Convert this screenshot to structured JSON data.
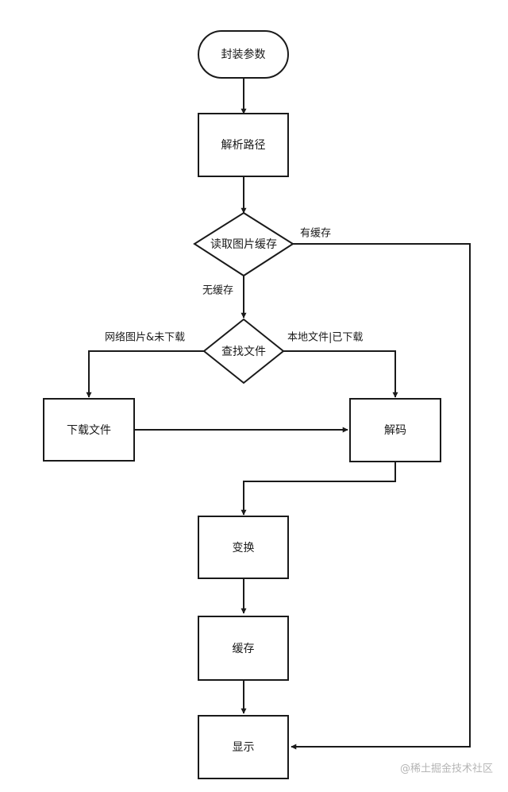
{
  "nodes": {
    "start": "封装参数",
    "parse_path": "解析路径",
    "read_cache": "读取图片缓存",
    "find_file": "查找文件",
    "download": "下载文件",
    "decode": "解码",
    "transform": "变换",
    "cache": "缓存",
    "display": "显示"
  },
  "edges": {
    "has_cache": "有缓存",
    "no_cache": "无缓存",
    "network_not_downloaded": "网络图片&未下载",
    "local_or_downloaded": "本地文件|已下载"
  },
  "watermark": "@稀土掘金技术社区",
  "colors": {
    "stroke": "#1a1a1a",
    "fill": "#ffffff",
    "watermark": "#b5b5b5"
  }
}
